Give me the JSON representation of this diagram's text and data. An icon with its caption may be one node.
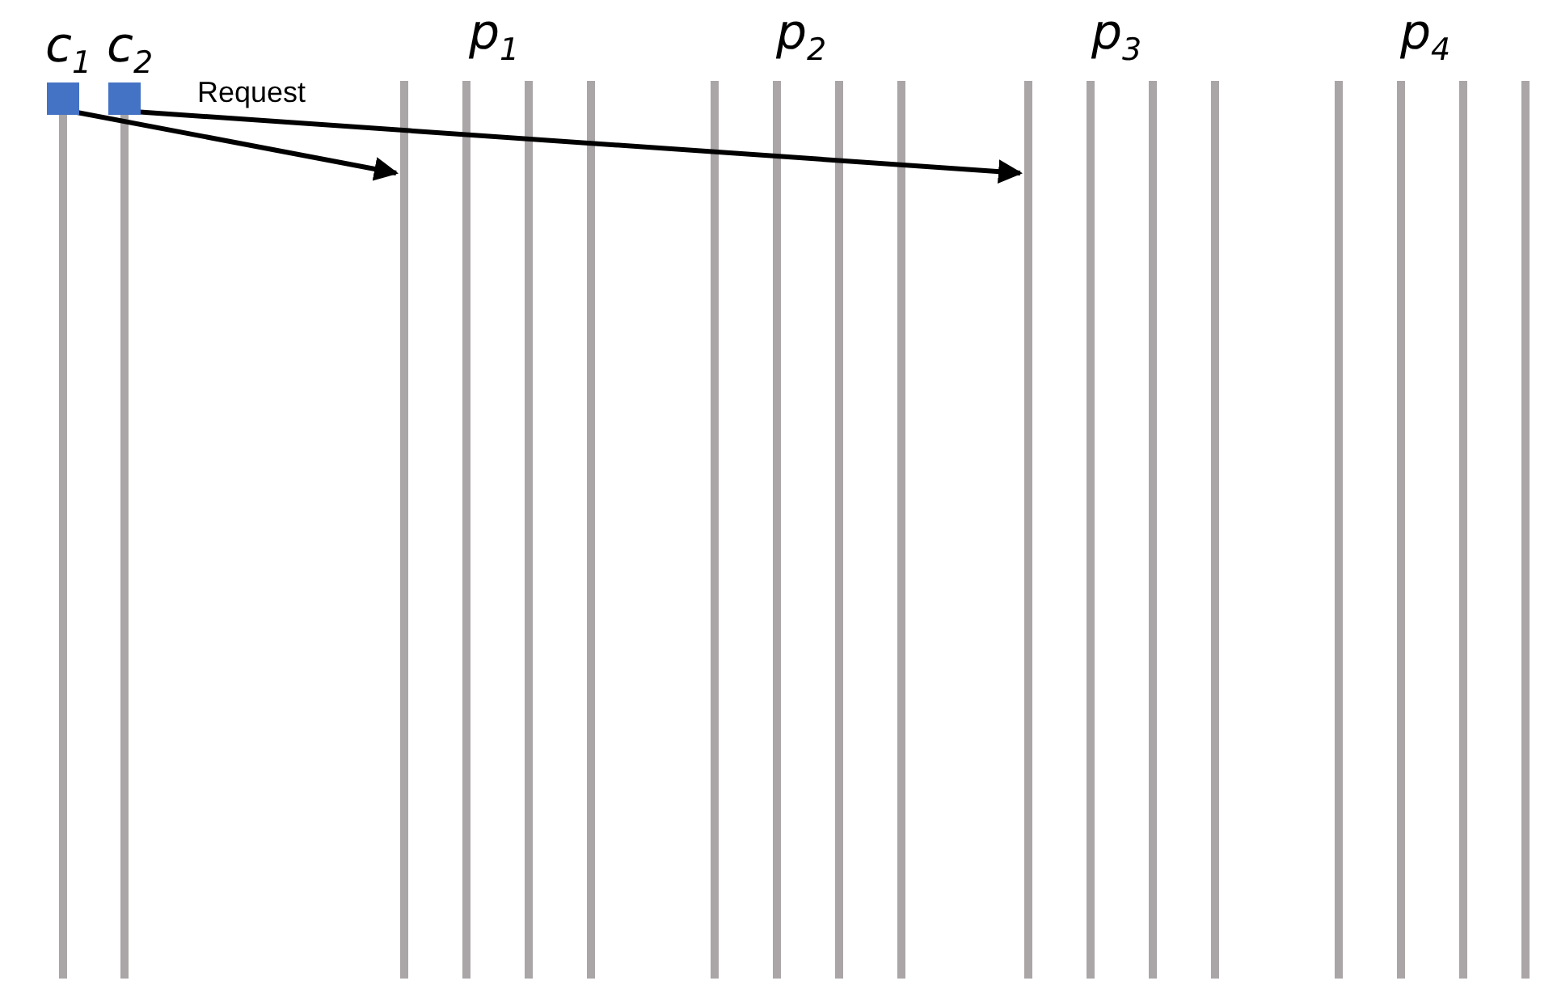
{
  "diagram": {
    "nodes": [
      {
        "text": [
          "c$_{1}$"
        ]
      },
      {
        "text": [
          "c$_{2}$"
        ]
      },
      {
        "text": [
          "p$_{1}$"
        ]
      },
      {
        "text": [
          "p$_{2}$"
        ]
      },
      {
        "text": [
          "p$_{3}$"
        ]
      },
      {
        "text": [
          "p$_{4}$"
        ]
      }
    ],
    "edges": [
      {
        "from": 0,
        "to": 2,
        "arrow": "to"
      },
      {
        "from": 1,
        "to": 4,
        "arrow": "to",
        "label": "Request"
      }
    ]
  }
}
